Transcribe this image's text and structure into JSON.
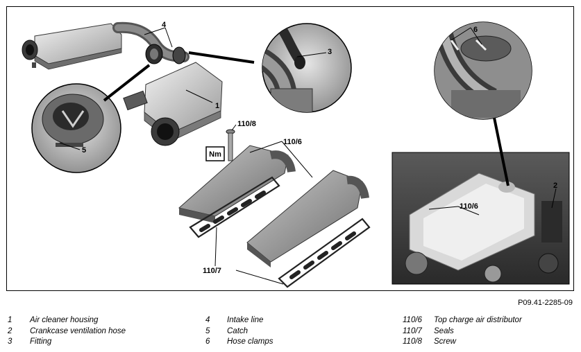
{
  "diagram": {
    "callouts": {
      "c1": "1",
      "c2": "2",
      "c3": "3",
      "c4": "4",
      "c5": "5",
      "c6": "6",
      "c110_6_top": "110/6",
      "c110_6_photo": "110/6",
      "c110_7": "110/7",
      "c110_8": "110/8",
      "torque_symbol": "Nm"
    }
  },
  "figure_ref": "P09.41-2285-09",
  "legend": {
    "col1": [
      {
        "num": "1",
        "label": "Air cleaner housing"
      },
      {
        "num": "2",
        "label": "Crankcase ventilation hose"
      },
      {
        "num": "3",
        "label": "Fitting"
      }
    ],
    "col2": [
      {
        "num": "4",
        "label": "Intake line"
      },
      {
        "num": "5",
        "label": "Catch"
      },
      {
        "num": "6",
        "label": "Hose clamps"
      }
    ],
    "col3": [
      {
        "num": "110/6",
        "label": "Top charge air distributor"
      },
      {
        "num": "110/7",
        "label": "Seals"
      },
      {
        "num": "110/8",
        "label": "Screw"
      }
    ]
  }
}
